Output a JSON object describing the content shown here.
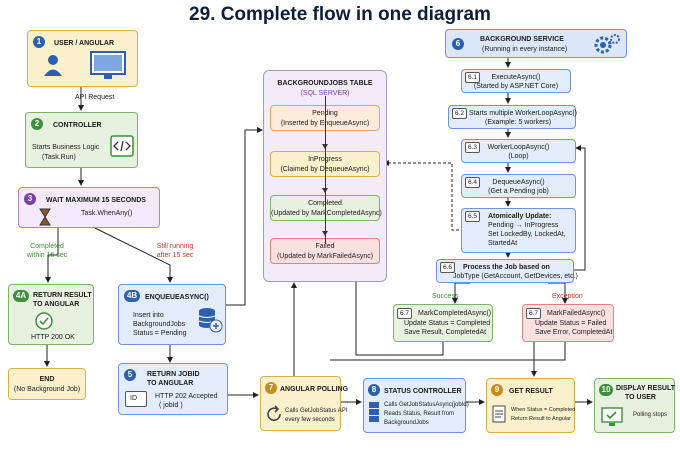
{
  "title": "29. Complete flow in one diagram",
  "n1": {
    "num": "1",
    "label": "USER / ANGULAR",
    "edge": "API Request"
  },
  "n2": {
    "num": "2",
    "label": "CONTROLLER",
    "l1": "Starts Business Logic",
    "l2": "(Task.Run)"
  },
  "n3": {
    "num": "3",
    "label": "WAIT MAXIMUM 15 SECONDS",
    "sub": "Task.WhenAny()"
  },
  "branch": {
    "left1": "Completed",
    "left2": "within 15 sec",
    "right1": "Still running",
    "right2": "after 15 sec"
  },
  "n4a": {
    "num": "4A",
    "l1": "RETURN RESULT",
    "l2": "TO ANGULAR",
    "sub": "HTTP 200 OK"
  },
  "end": {
    "l1": "END",
    "l2": "(No Background Job)"
  },
  "n4b": {
    "num": "4B",
    "label": "ENQUEUEASYNC()",
    "l1": "Insert into",
    "l2": "BackgroundJobs",
    "l3": "Status = Pending"
  },
  "n5": {
    "num": "5",
    "l1": "RETURN JOBID",
    "l2": "TO ANGULAR",
    "s1": "HTTP 202 Accepted",
    "s2": "( jobId )",
    "idtext": "ID"
  },
  "table": {
    "t1": "BACKGROUNDJOBS TABLE",
    "t2": "(SQL SERVER)",
    "rows": [
      {
        "name": "Pending",
        "sub": "(Inserted by EnqueueAsync)"
      },
      {
        "name": "InProgress",
        "sub": "(Claimed by DequeueAsync)"
      },
      {
        "name": "Completed",
        "sub": "(Updated by MarkCompletedAsync)"
      },
      {
        "name": "Failed",
        "sub": "(Updated by MarkFailedAsync)"
      }
    ]
  },
  "n6": {
    "num": "6",
    "l1": "BACKGROUND SERVICE",
    "l2": "(Running in every instance)"
  },
  "steps": [
    {
      "num": "6.1",
      "l1": "ExecuteAsync()",
      "l2": "(Started by ASP.NET Core)"
    },
    {
      "num": "6.2",
      "l1": "Starts multiple WorkerLoopAsync()",
      "l2": "(Example: 5 workers)"
    },
    {
      "num": "6.3",
      "l1": "WorkerLoopAsync()",
      "l2": "(Loop)"
    },
    {
      "num": "6.4",
      "l1": "DequeueAsync()",
      "l2": "(Get a Pending job)"
    },
    {
      "num": "6.5",
      "l1": "Atomically Update:",
      "l2": "Pending → InProgress",
      "l3": "Set LockedBy, LockedAt,",
      "l4": "StartedAt"
    },
    {
      "num": "6.6",
      "l1": "Process the Job based on",
      "l2": "JobType  (GetAccount, GetDevices, etc.)"
    }
  ],
  "success": "Success",
  "exception": "Exception",
  "n67a": {
    "num": "6.7",
    "l1": "MarkCompletedAsync()",
    "l2": "Update Status = Completed",
    "l3": "Save Result, CompletedAt"
  },
  "n67b": {
    "num": "6.7",
    "l1": "MarkFailedAsync()",
    "l2": "Update Status = Failed",
    "l3": "Save Error, CompletedAt"
  },
  "n7": {
    "num": "7",
    "label": "ANGULAR POLLING",
    "l1": "Calls GetJobStatus API",
    "l2": "every few seconds"
  },
  "n8": {
    "num": "8",
    "label": "STATUS CONTROLLER",
    "l1": "Calls GetJobStatusAsync(jobId)",
    "l2": "Reads Status, Result from",
    "l3": "BackgroundJobs"
  },
  "n9": {
    "num": "9",
    "label": "GET RESULT",
    "l1": "When Status = Completed",
    "l2": "Return Result to Angular"
  },
  "n10": {
    "num": "10",
    "l1": "DISPLAY RESULT",
    "l2": "TO USER",
    "sub": "Polling stops"
  },
  "colors": {
    "blue": "#2d5fb0",
    "green": "#3f8f3a",
    "purple": "#7b3fa6",
    "orange": "#c98a1d",
    "red": "#c0392b"
  }
}
